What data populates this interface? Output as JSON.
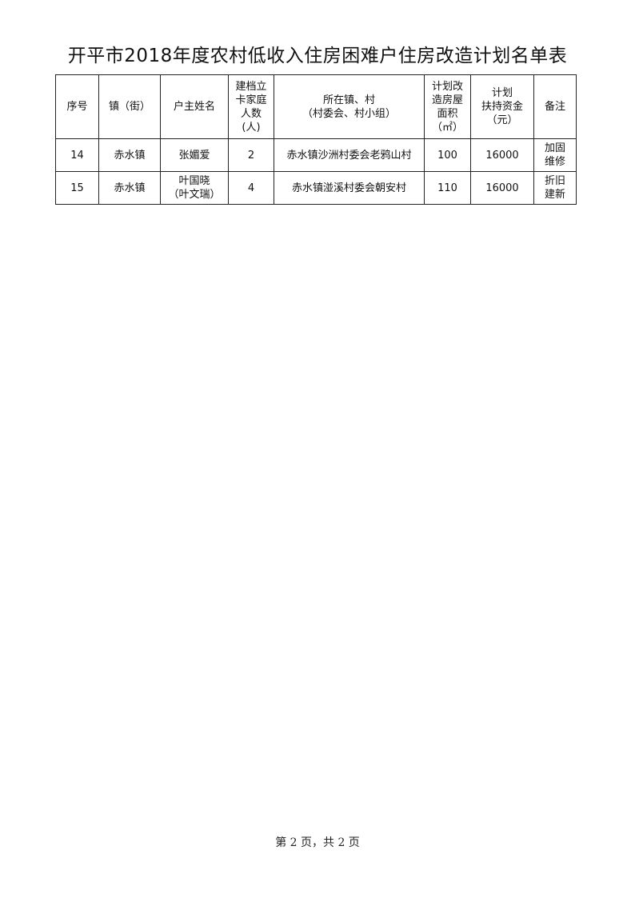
{
  "title": "开平市2018年度农村低收入住房困难户住房改造计划名单表",
  "table": {
    "headers": [
      [
        "序号"
      ],
      [
        "镇（街）"
      ],
      [
        "户主姓名"
      ],
      [
        "建档立",
        "卡家庭",
        "人数",
        "(人)"
      ],
      [
        "所在镇、村",
        "（村委会、村小组）"
      ],
      [
        "计划改",
        "造房屋",
        "面积",
        "（㎡）"
      ],
      [
        "计划",
        "扶持资金",
        "（元）"
      ],
      [
        "备注"
      ]
    ],
    "rows": [
      {
        "no": "14",
        "town": "赤水镇",
        "owner": [
          "张媚爱"
        ],
        "people": "2",
        "location": "赤水镇沙洲村委会老鸦山村",
        "area": "100",
        "funds": "16000",
        "note": [
          "加固",
          "维修"
        ]
      },
      {
        "no": "15",
        "town": "赤水镇",
        "owner": [
          "叶国晓",
          "（叶文瑞）"
        ],
        "people": "4",
        "location": "赤水镇湴溪村委会朝安村",
        "area": "110",
        "funds": "16000",
        "note": [
          "折旧",
          "建新"
        ]
      }
    ]
  },
  "footer": "第 2 页，共 2 页"
}
